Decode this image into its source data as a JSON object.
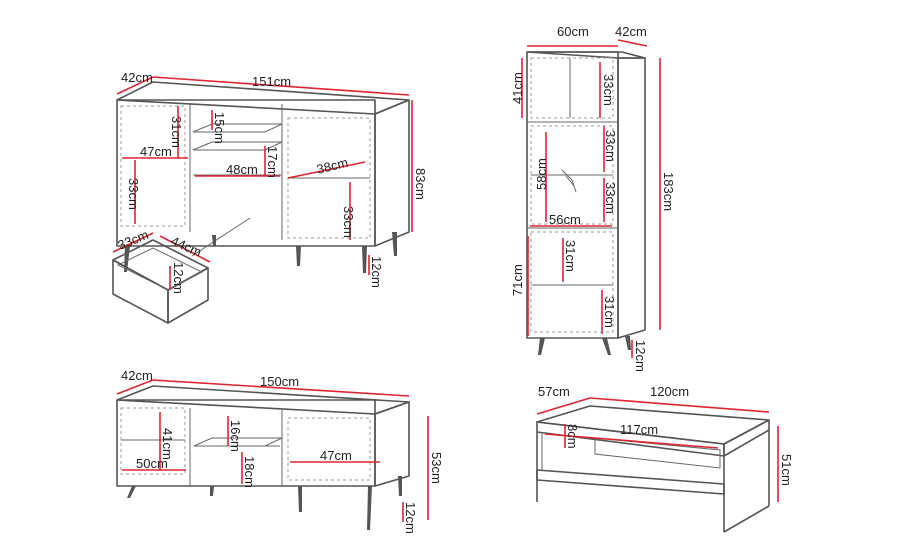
{
  "colors": {
    "dimension": "#e0252f",
    "outline": "#555555",
    "text": "#222222",
    "background": "#ffffff"
  },
  "sideboard": {
    "depth": "42cm",
    "width": "151cm",
    "height": "83cm",
    "legs": "12cm",
    "shelf_left_top": "31cm",
    "shelf_mid_top": "15cm",
    "shelf_mid": "17cm",
    "inner_left_width": "47cm",
    "inner_mid_width": "48cm",
    "inner_right_depth": "38cm",
    "shelf_left_bottom": "33cm",
    "shelf_right": "33cm",
    "drawer_depth": "33cm",
    "drawer_width": "44cm",
    "drawer_height": "12cm"
  },
  "tall_cabinet": {
    "width": "60cm",
    "depth": "42cm",
    "height": "183cm",
    "legs": "12cm",
    "top_section": "41cm",
    "top_shelf": "33cm",
    "glass_height": "58cm",
    "shelf_mid_1": "33cm",
    "shelf_mid_2": "33cm",
    "inner_width": "56cm",
    "bottom_section": "71cm",
    "bottom_shelf_1": "31cm",
    "bottom_shelf_2": "31cm"
  },
  "tv_stand": {
    "depth": "42cm",
    "width": "150cm",
    "height": "53cm",
    "legs": "12cm",
    "left_height": "41cm",
    "left_width": "50cm",
    "mid_top": "16cm",
    "mid_bottom": "18cm",
    "right_width": "47cm"
  },
  "coffee_table": {
    "depth": "57cm",
    "width": "120cm",
    "height": "51cm",
    "shelf_width": "117cm",
    "shelf_height": "8cm"
  }
}
